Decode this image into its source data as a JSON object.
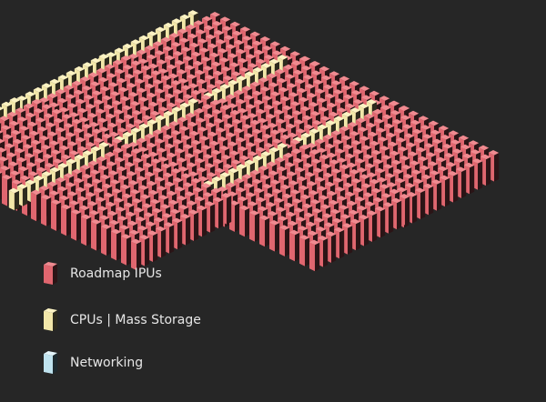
{
  "legend": {
    "items": [
      {
        "id": "ipu",
        "label": "Roadmap IPUs",
        "color": "#e0666f"
      },
      {
        "id": "cpu",
        "label": "CPUs | Mass Storage",
        "color": "#f2e7a9"
      },
      {
        "id": "net",
        "label": "Networking",
        "color": "#bfe3ef"
      }
    ]
  },
  "colors": {
    "background": "#262626",
    "ipu": {
      "top": "#f08a90",
      "left": "#e0666f",
      "right": "#2b1416"
    },
    "cpu": {
      "top": "#fcf3c3",
      "left": "#f2e7a9",
      "right": "#2e2b1e"
    },
    "net": {
      "top": "#e3f5fb",
      "left": "#bfe3ef",
      "right": "#1d2a2f"
    }
  }
}
